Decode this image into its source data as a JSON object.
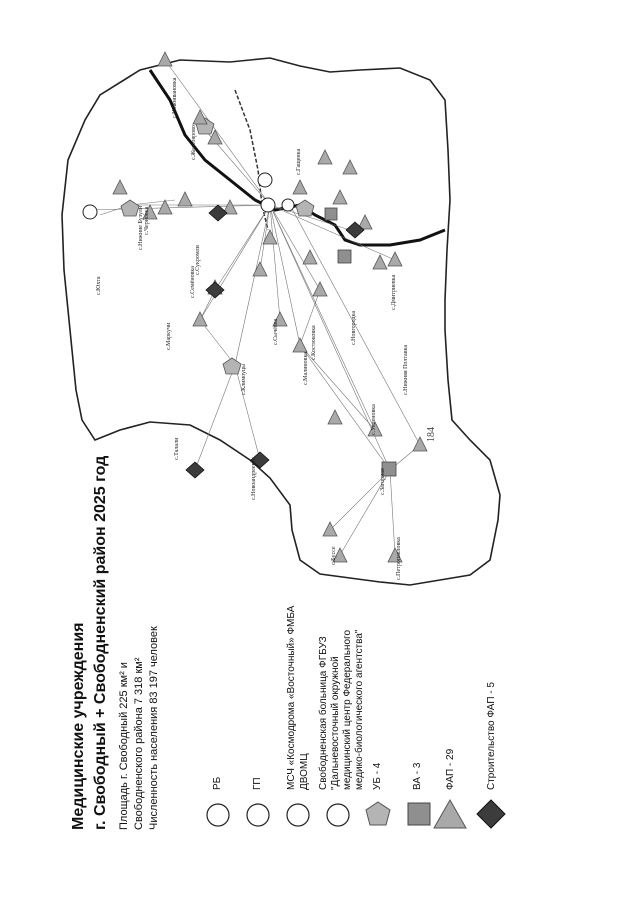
{
  "page_number": "184",
  "title": {
    "line1": "Медицинские учреждения",
    "line2": "г. Свободный + Свободненский район 2025 год"
  },
  "info": {
    "area_line1": "Площадь г. Свободный 225 км² и",
    "area_line2": "Свободненского района 7 318 км²",
    "population": "Численность населения 83 197 человек"
  },
  "legend": {
    "rb": "РБ",
    "gp": "ГП",
    "msch1": "МСЧ «Космодрома «Восточный» ФМБА",
    "msch2": "ДВОМЦ",
    "hospital1": "Свободненская больница ФГБУЗ",
    "hospital2": "\"Дальневосточный окружной",
    "hospital3": "медицинский центр Федерального",
    "hospital4": "медико-биологического агентства\"",
    "ub": "УБ - 4",
    "va": "ВА - 3",
    "fap": "ФАП - 29",
    "fap_build": "Строительство ФАП - 5"
  },
  "map_labels": {
    "l01": "с.Новоивановка",
    "l02": "с.Костюковка",
    "l03": "с.Загорная",
    "l04": "с.Семёновка",
    "l05": "с.Климоуцы",
    "l06": "с.Новоандреевка",
    "l07": "с.Нижние Бузули",
    "l08": "с.Сычёвка",
    "l09": "с.Юхта",
    "l10": "с.Черновка",
    "l11": "с.Малиновка",
    "l12": "с.Маркучи",
    "l13": "с.Сукромли",
    "l14": "с.Талали",
    "l15": "с.Петропавловка",
    "l16": "с.Буссе",
    "l17": "с.Успеновка",
    "l18": "с.Нижняя Полтавка",
    "l19": "с.Гащенка",
    "l20": "с.Новгородка",
    "l21": "с.Желтоярово",
    "l22": "с.Дмитриевка"
  },
  "colors": {
    "ink": "#111111",
    "fap_fill": "#a9a9a9",
    "fap_build_fill": "#3c3c3c",
    "va_fill": "#8f8f8f",
    "ub_fill": "#b4b4b4"
  }
}
